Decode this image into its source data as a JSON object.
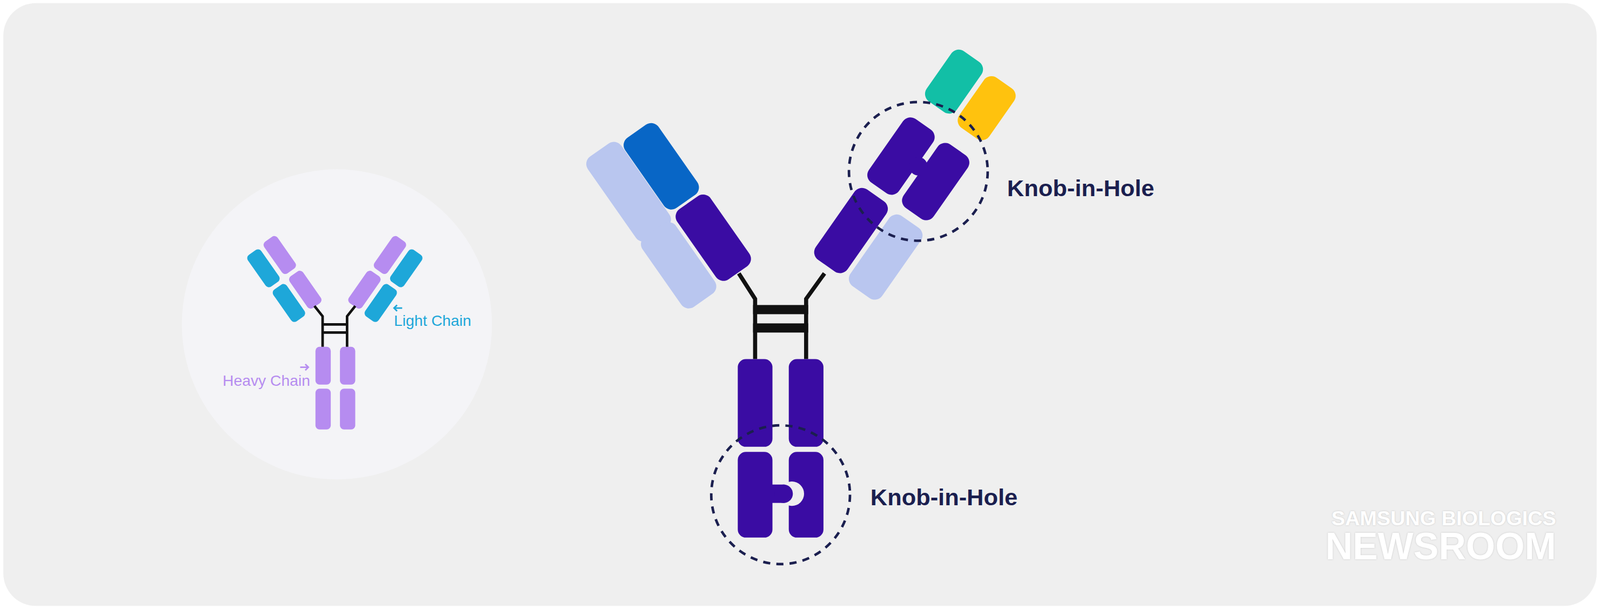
{
  "diagram": {
    "labels": [
      "Light Chain",
      "Heavy Chain",
      "Knob-in-Hole",
      "Knob-in-Hole",
      "SAMSUNG BIOLOGICS",
      "NEWSROOM"
    ]
  }
}
